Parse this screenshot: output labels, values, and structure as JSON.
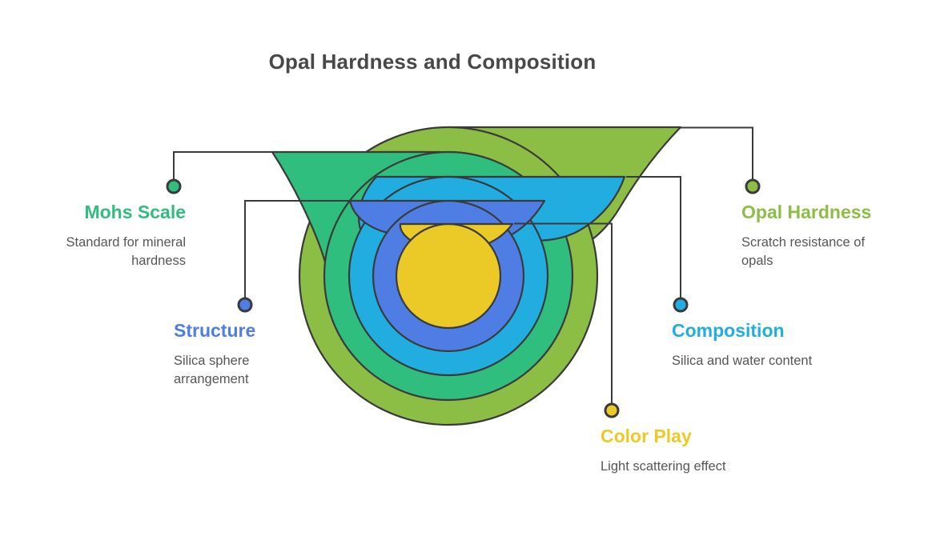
{
  "title": "Opal Hardness and Composition",
  "callouts": {
    "mohs": {
      "label": "Mohs Scale",
      "desc": "Standard for mineral hardness"
    },
    "structure": {
      "label": "Structure",
      "desc": "Silica sphere arrangement"
    },
    "opal_hardness": {
      "label": "Opal Hardness",
      "desc": "Scratch resistance of opals"
    },
    "composition": {
      "label": "Composition",
      "desc": "Silica and water content"
    },
    "color_play": {
      "label": "Color Play",
      "desc": "Light scattering effect"
    }
  },
  "layers": [
    {
      "id": "opal_hardness",
      "label": "Opal Hardness",
      "ring": "outermost",
      "color_key": "olive"
    },
    {
      "id": "mohs",
      "label": "Mohs Scale",
      "ring": "second",
      "color_key": "emerald"
    },
    {
      "id": "composition",
      "label": "Composition",
      "ring": "third",
      "color_key": "cyan"
    },
    {
      "id": "structure",
      "label": "Structure",
      "ring": "fourth",
      "color_key": "blue"
    },
    {
      "id": "color_play",
      "label": "Color Play",
      "ring": "innermost",
      "color_key": "yellow"
    }
  ],
  "colors": {
    "background": "#ffffff",
    "outline": "#3a3a3a",
    "title": "#484848",
    "desc": "#565656",
    "olive": "#8cbe45",
    "emerald": "#2fbe7e",
    "cyan": "#22ade1",
    "blue": "#4e7ee3",
    "yellow": "#ebca28"
  }
}
